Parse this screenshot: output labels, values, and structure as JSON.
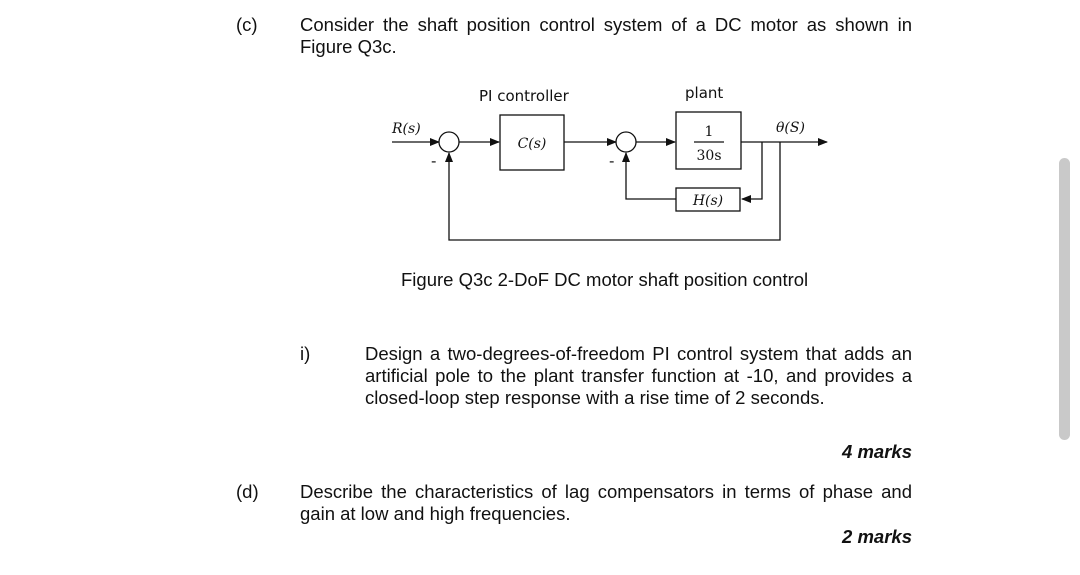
{
  "part_c": {
    "label": "(c)",
    "text": "Consider the shaft position control system of a DC motor as shown in Figure Q3c."
  },
  "diagram": {
    "pi_label": "PI controller",
    "plant_label": "plant",
    "input": "R(s)",
    "output": "θ(S)",
    "controller": "C(s)",
    "plant_num": "1",
    "plant_den": "30s",
    "feedback": "H(s)",
    "minus_1": "-",
    "minus_2": "-"
  },
  "figure_caption": "Figure Q3c 2-DoF DC motor shaft position control",
  "part_i": {
    "label": "i)",
    "text": "Design a two-degrees-of-freedom PI control system that adds an artificial pole to the plant transfer function at -10, and provides a closed-loop step response with a rise time of 2 seconds.",
    "marks": "4 marks"
  },
  "part_d": {
    "label": "(d)",
    "text": "Describe the characteristics of lag compensators in terms of phase and gain at low and high frequencies.",
    "marks": "2 marks"
  }
}
